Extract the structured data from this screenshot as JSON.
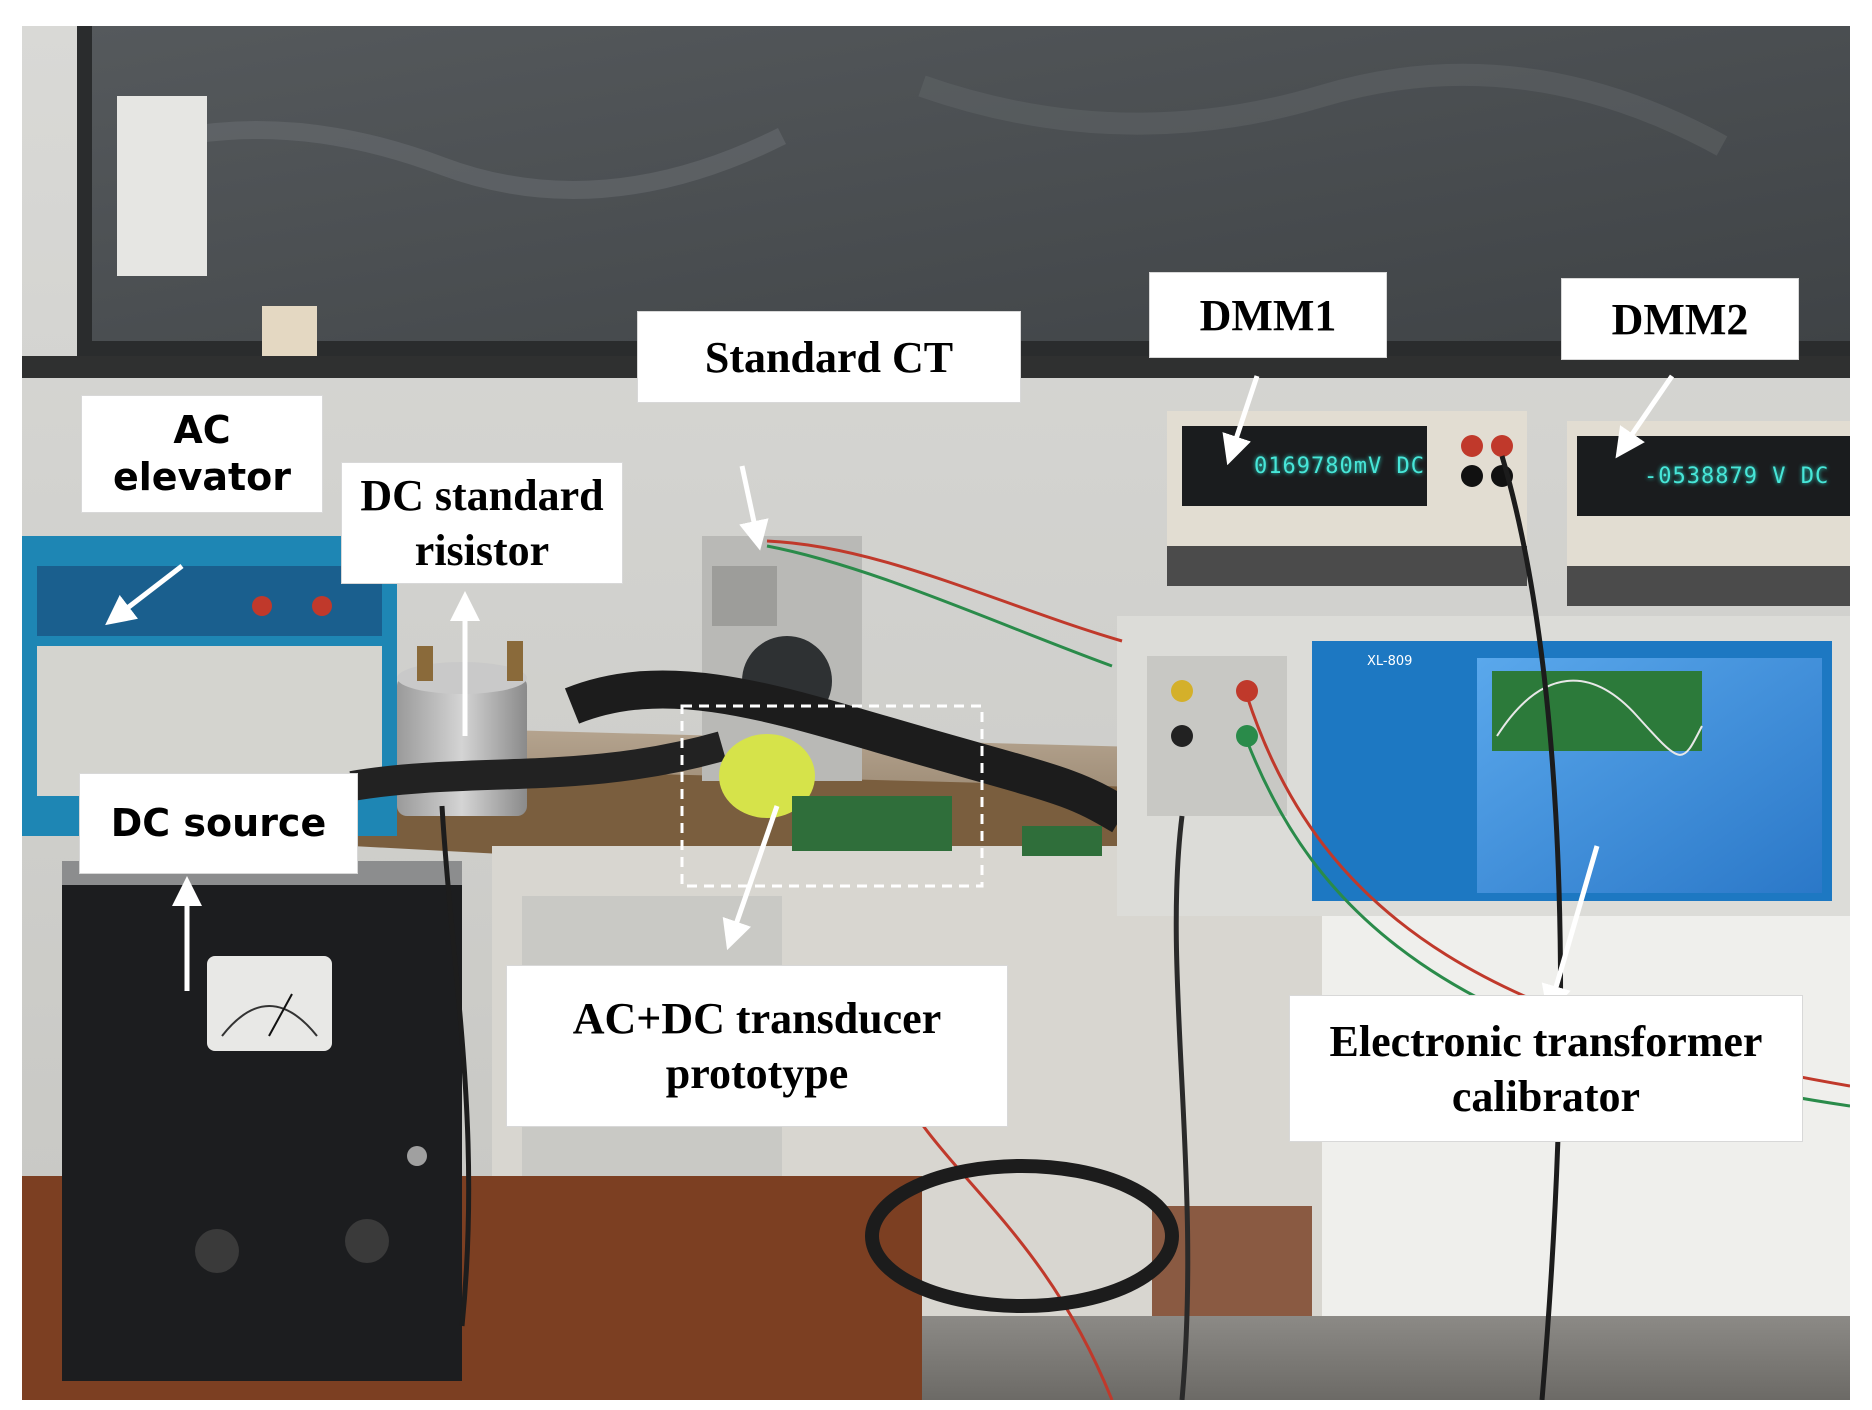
{
  "labels": {
    "ac_elevator": "AC\nelevator",
    "dc_standard_resistor": "DC standard\nrisistor",
    "standard_ct": "Standard CT",
    "dmm1": "DMM1",
    "dmm2": "DMM2",
    "dc_source": "DC source",
    "transducer": "AC+DC transducer\nprototype",
    "calibrator": "Electronic transformer\ncalibrator"
  },
  "readouts": {
    "dmm1_display": "0169780mV DC",
    "dmm2_display": "-0538879 V DC",
    "calibrator_model": "XL-809"
  },
  "colors": {
    "label_bg": "#ffffff",
    "arrow": "#ffffff",
    "chalkboard": "#4a4f52",
    "cabinet_blue": "#1e86b4",
    "calibrator_screen": "#3a8fd8"
  }
}
